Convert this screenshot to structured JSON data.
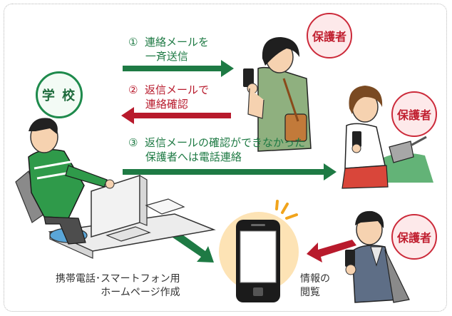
{
  "badges": {
    "school": "学 校",
    "parent_1": "保護者",
    "parent_2": "保護者",
    "parent_3": "保護者"
  },
  "steps": {
    "step1": "①  連絡メールを\n     一斉送信",
    "step2": "②  返信メールで\n     連絡確認",
    "step3": "③  返信メールの確認ができなかった\n     保護者へは電話連絡"
  },
  "captions": {
    "website": "携帯電話･スマートフォン用\nホームページ作成",
    "browse": "情報の\n閲覧"
  },
  "colors": {
    "green": "#1e7a44",
    "red": "#b81a2c",
    "phone_glow": "#fde3b5"
  }
}
